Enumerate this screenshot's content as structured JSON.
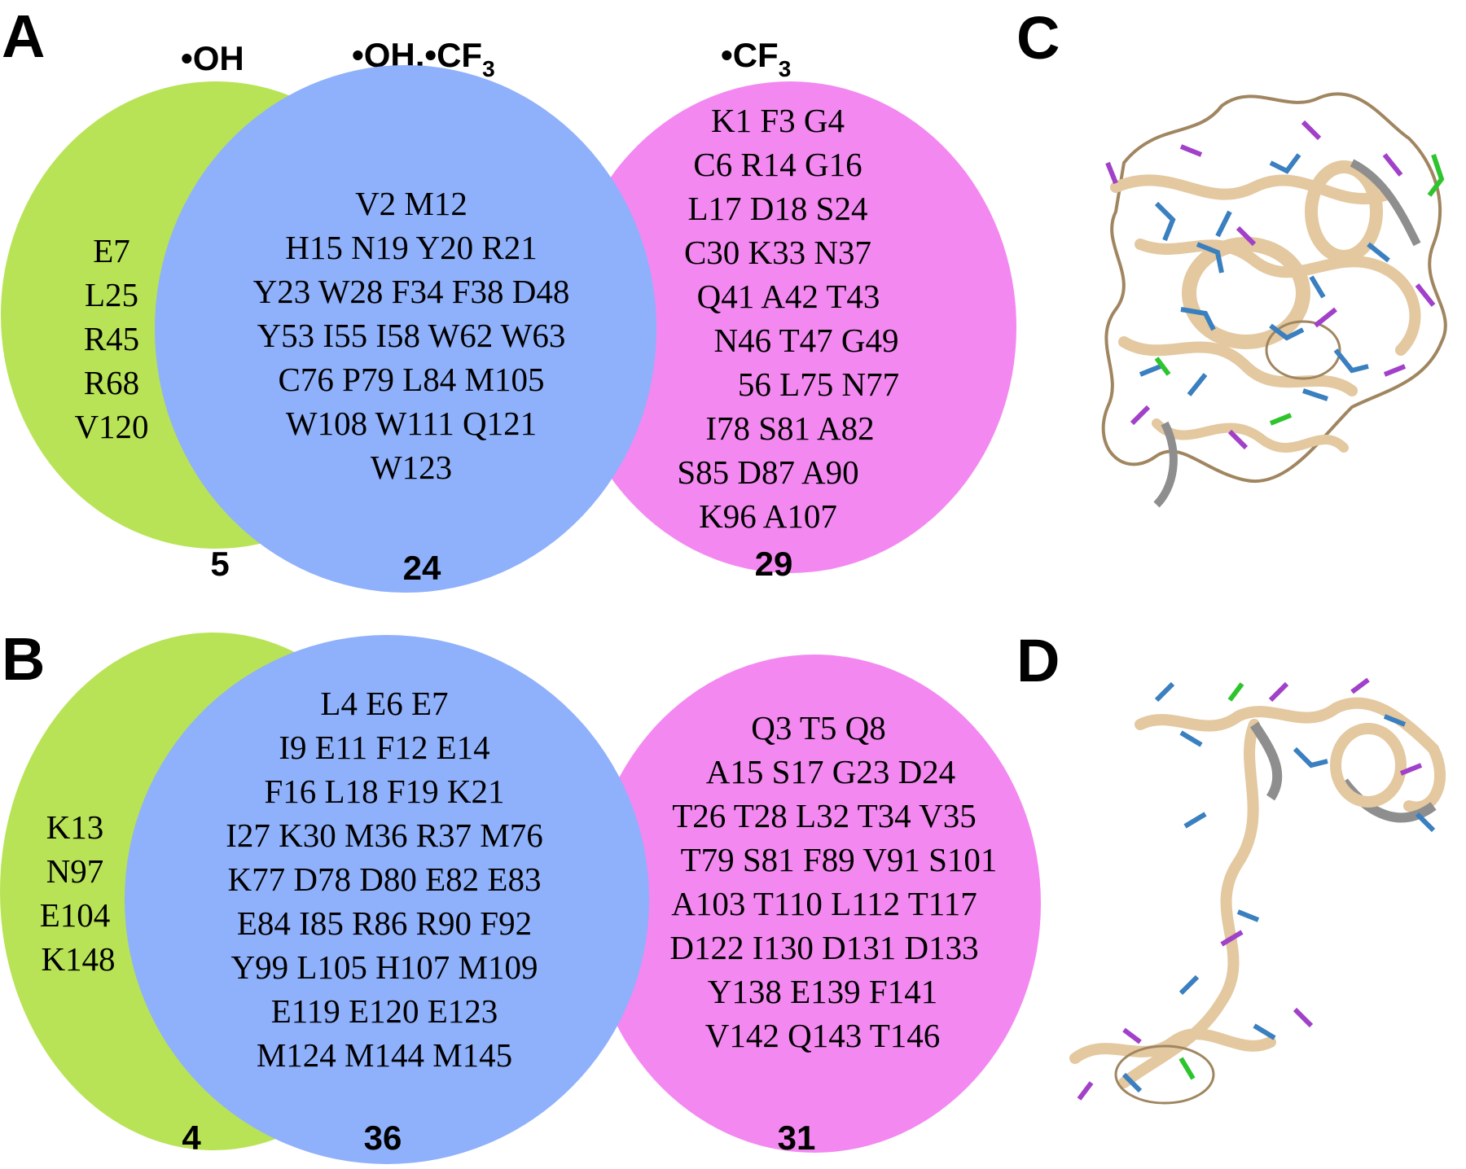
{
  "panels": {
    "A": {
      "letter": "A",
      "headers": {
        "oh": "•OH",
        "both_prefix": "•OH,•CF",
        "both_sub": "3",
        "cf3_prefix": "•CF",
        "cf3_sub": "3"
      },
      "oh_only": {
        "lines": [
          "E7",
          "L25",
          "R45",
          "R68",
          "V120"
        ],
        "count": "5"
      },
      "both": {
        "lines": [
          "V2 M12",
          "H15 N19 Y20 R21",
          "Y23 W28 F34 F38 D48",
          "Y53 I55 I58 W62 W63",
          "C76 P79 L84 M105",
          "W108 W111 Q121",
          "W123"
        ],
        "count": "24"
      },
      "cf3_only": {
        "lines": [
          "K1 F3 G4",
          "C6 R14 G16",
          "L17 D18 S24",
          "C30 K33 N37",
          "Q41 A42 T43",
          "N46 T47 G49",
          "56 L75 N77",
          "I78 S81 A82",
          "S85 D87 A90",
          "K96 A107"
        ],
        "count": "29"
      }
    },
    "B": {
      "letter": "B",
      "oh_only": {
        "lines": [
          "K13",
          "N97",
          "E104",
          "K148"
        ],
        "count": "4"
      },
      "both": {
        "lines": [
          "L4 E6 E7",
          "I9 E11 F12 E14",
          "F16 L18 F19 K21",
          "I27  K30  M36 R37 M76",
          "K77  D78 D80  E82  E83",
          "E84  I85  R86  R90  F92",
          "Y99 L105 H107 M109",
          "E119   E120   E123",
          "M124 M144 M145"
        ],
        "count": "36"
      },
      "cf3_only": {
        "lines": [
          "Q3  T5  Q8",
          "A15  S17 G23 D24",
          "T26 T28 L32 T34 V35",
          "T79  S81  F89  V91 S101",
          "A103 T110 L112 T117",
          "D122 I130 D131 D133",
          "Y138  E139 F141",
          "V142 Q143 T146"
        ],
        "count": "31"
      }
    },
    "C": {
      "letter": "C"
    },
    "D": {
      "letter": "D"
    }
  },
  "colors": {
    "oh_circle": "#b8e356",
    "both_circle": "#8fb0fb",
    "cf3_circle": "#f388f1",
    "ribbon": "#e3c8a0",
    "ribbon_edge": "#a08660",
    "ribbon_gray": "#8e8e8e",
    "stick_blue": "#3a7fbf",
    "stick_purple": "#a140c8",
    "stick_green": "#2ec42e"
  }
}
